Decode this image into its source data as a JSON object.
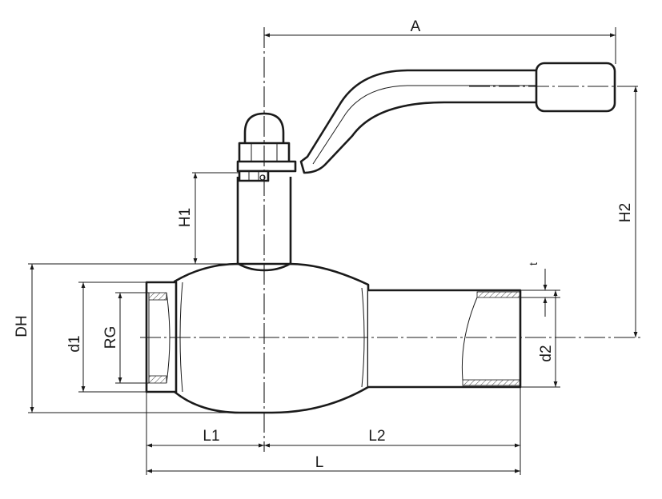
{
  "dimension_labels": {
    "A": "A",
    "H1": "H1",
    "H2": "H2",
    "DH": "DH",
    "d1": "d1",
    "RG": "RG",
    "t": "t",
    "d2": "d2",
    "L1": "L1",
    "L2": "L2",
    "L": "L"
  }
}
